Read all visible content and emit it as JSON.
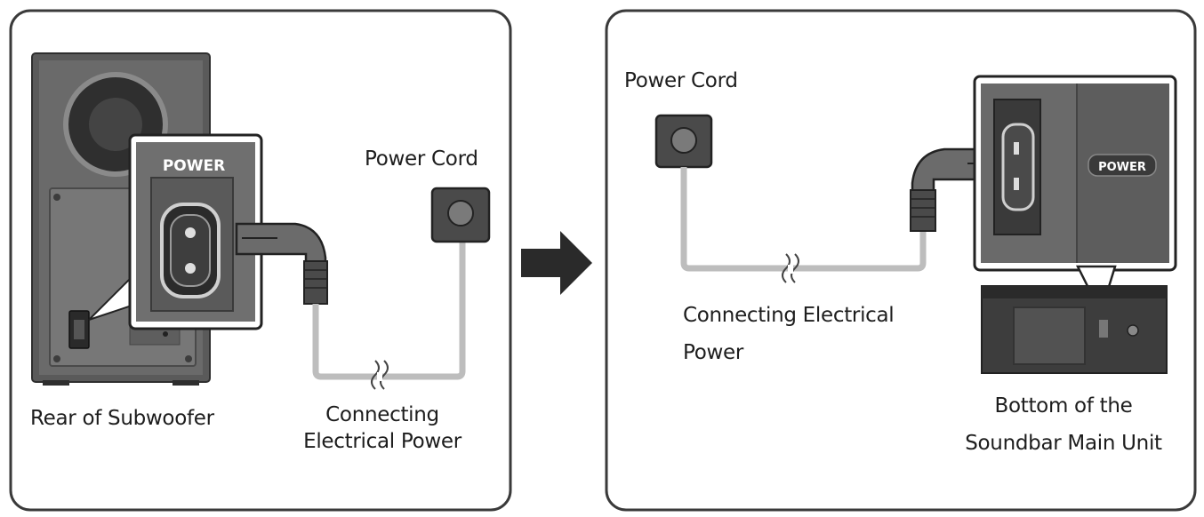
{
  "left_panel": {
    "power_port_label": "POWER",
    "power_cord_label": "Power Cord",
    "connecting_line1": "Connecting",
    "connecting_line2": "Electrical Power",
    "rear_label": "Rear of Subwoofer"
  },
  "right_panel": {
    "power_cord_label": "Power Cord",
    "connecting_line1": "Connecting Electrical",
    "connecting_line2": "Power",
    "power_port_label": "POWER",
    "bottom_line1": "Bottom of the",
    "bottom_line2": "Soundbar Main Unit"
  },
  "colors": {
    "panel_border": "#3a3a3a",
    "device_dark": "#3b3b3b",
    "device_mid": "#6b6b6b",
    "device_light": "#bdbdbd",
    "cable": "#b5b5b5",
    "arrow": "#2a2a2a"
  }
}
